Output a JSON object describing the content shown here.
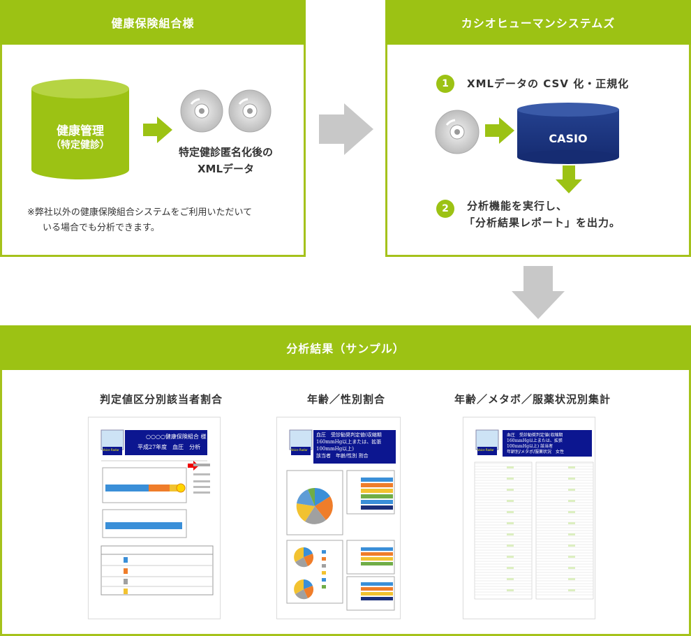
{
  "left_panel": {
    "title": "健康保険組合様",
    "cylinder_line1": "健康管理",
    "cylinder_line2": "（特定健診）",
    "disc_label_line1": "特定健診匿名化後の",
    "disc_label_line2": "XMLデータ",
    "note_line1": "※弊社以外の健康保険組合システムをご利用いただいて",
    "note_line2": "いる場合でも分析できます。"
  },
  "right_panel": {
    "title": "カシオヒューマンシステムズ",
    "step1_num": "1",
    "step1_text": "XMLデータの CSV 化・正規化",
    "cylinder_label": "CASIO",
    "step2_num": "2",
    "step2_line1": "分析機能を実行し、",
    "step2_line2": "「分析結果レポート」を出力。"
  },
  "bottom_panel": {
    "title": "分析結果（サンプル）",
    "results": [
      {
        "title": "判定値区分別該当者割合"
      },
      {
        "title": "年齢／性別割合"
      },
      {
        "title": "年齢／メタボ／服薬状況別集計"
      }
    ]
  },
  "doc1": {
    "badge": "Voice Radar",
    "heading_line1": "○○○○健康保険組合 様",
    "heading_line2": "平成27年度　血圧　分析"
  },
  "doc2": {
    "badge": "Voice Radar",
    "heading_line1": "血圧　受診勧奨判定値(収縮期",
    "heading_line2": "160mmHg以上または、拡張",
    "heading_line3": "100mmHg以上)",
    "heading_line4": "該当者　年齢/性別 割合"
  },
  "doc3": {
    "badge": "Voice Radar",
    "heading_line1": "血圧　受診勧奨判定値(収縮期",
    "heading_line2": "160mmHg以上または、拡張",
    "heading_line3": "100mmHg以上) 該当者",
    "heading_line4": "年齢別/メタボ/服薬状況　女性"
  },
  "colors": {
    "accent": "#9cc214",
    "arrow_gray": "#c8c8c8",
    "navy": "#1b2f7a",
    "doc_header": "#0c1690"
  }
}
